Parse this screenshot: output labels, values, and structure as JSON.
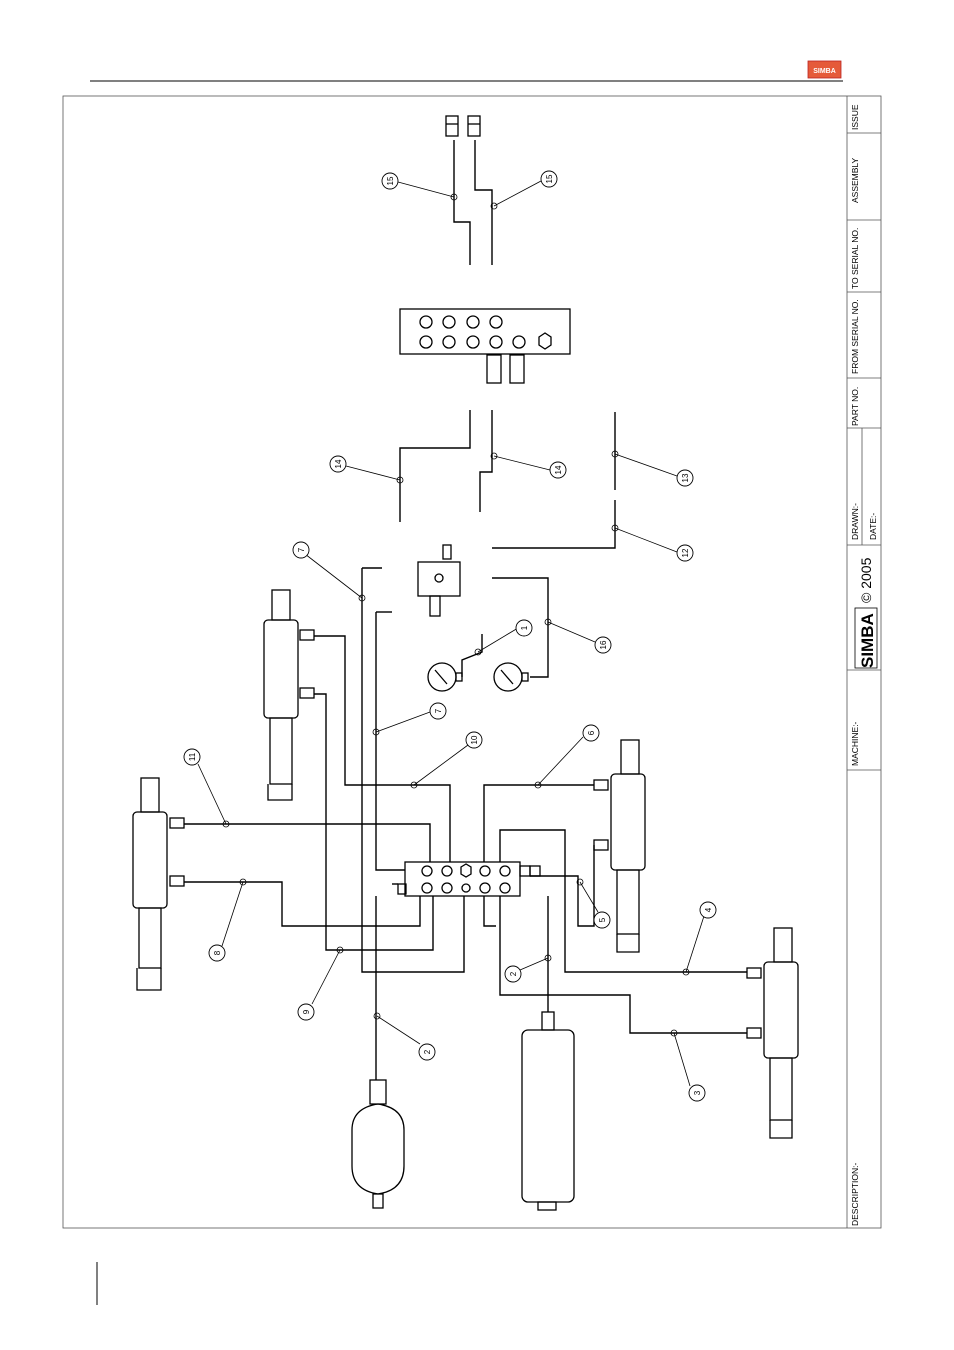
{
  "header": {
    "logo_text": "SIMBA"
  },
  "title_block": {
    "issue": "ISSUE",
    "assembly": "ASSEMBLY",
    "to_serial": "TO SERIAL NO.",
    "from_serial": "FROM SERIAL NO.",
    "part_no": "PART NO.",
    "drawn": "DRAWN:-",
    "date": "DATE:-",
    "copyright": "© 2005",
    "brand": "SIMBA",
    "machine": "MACHINE:-",
    "description": "DESCRIPTION:-"
  },
  "callouts": [
    {
      "id": "c15a",
      "label": "15"
    },
    {
      "id": "c15b",
      "label": "15"
    },
    {
      "id": "c14a",
      "label": "14"
    },
    {
      "id": "c14b",
      "label": "14"
    },
    {
      "id": "c13",
      "label": "13"
    },
    {
      "id": "c12",
      "label": "12"
    },
    {
      "id": "c7a",
      "label": "7"
    },
    {
      "id": "c7b",
      "label": "7"
    },
    {
      "id": "c1",
      "label": "1"
    },
    {
      "id": "c16",
      "label": "16"
    },
    {
      "id": "c10",
      "label": "10"
    },
    {
      "id": "c6",
      "label": "6"
    },
    {
      "id": "c11",
      "label": "11"
    },
    {
      "id": "c8",
      "label": "8"
    },
    {
      "id": "c9",
      "label": "9"
    },
    {
      "id": "c2a",
      "label": "2"
    },
    {
      "id": "c2b",
      "label": "2"
    },
    {
      "id": "c5",
      "label": "5"
    },
    {
      "id": "c4",
      "label": "4"
    },
    {
      "id": "c3",
      "label": "3"
    }
  ]
}
